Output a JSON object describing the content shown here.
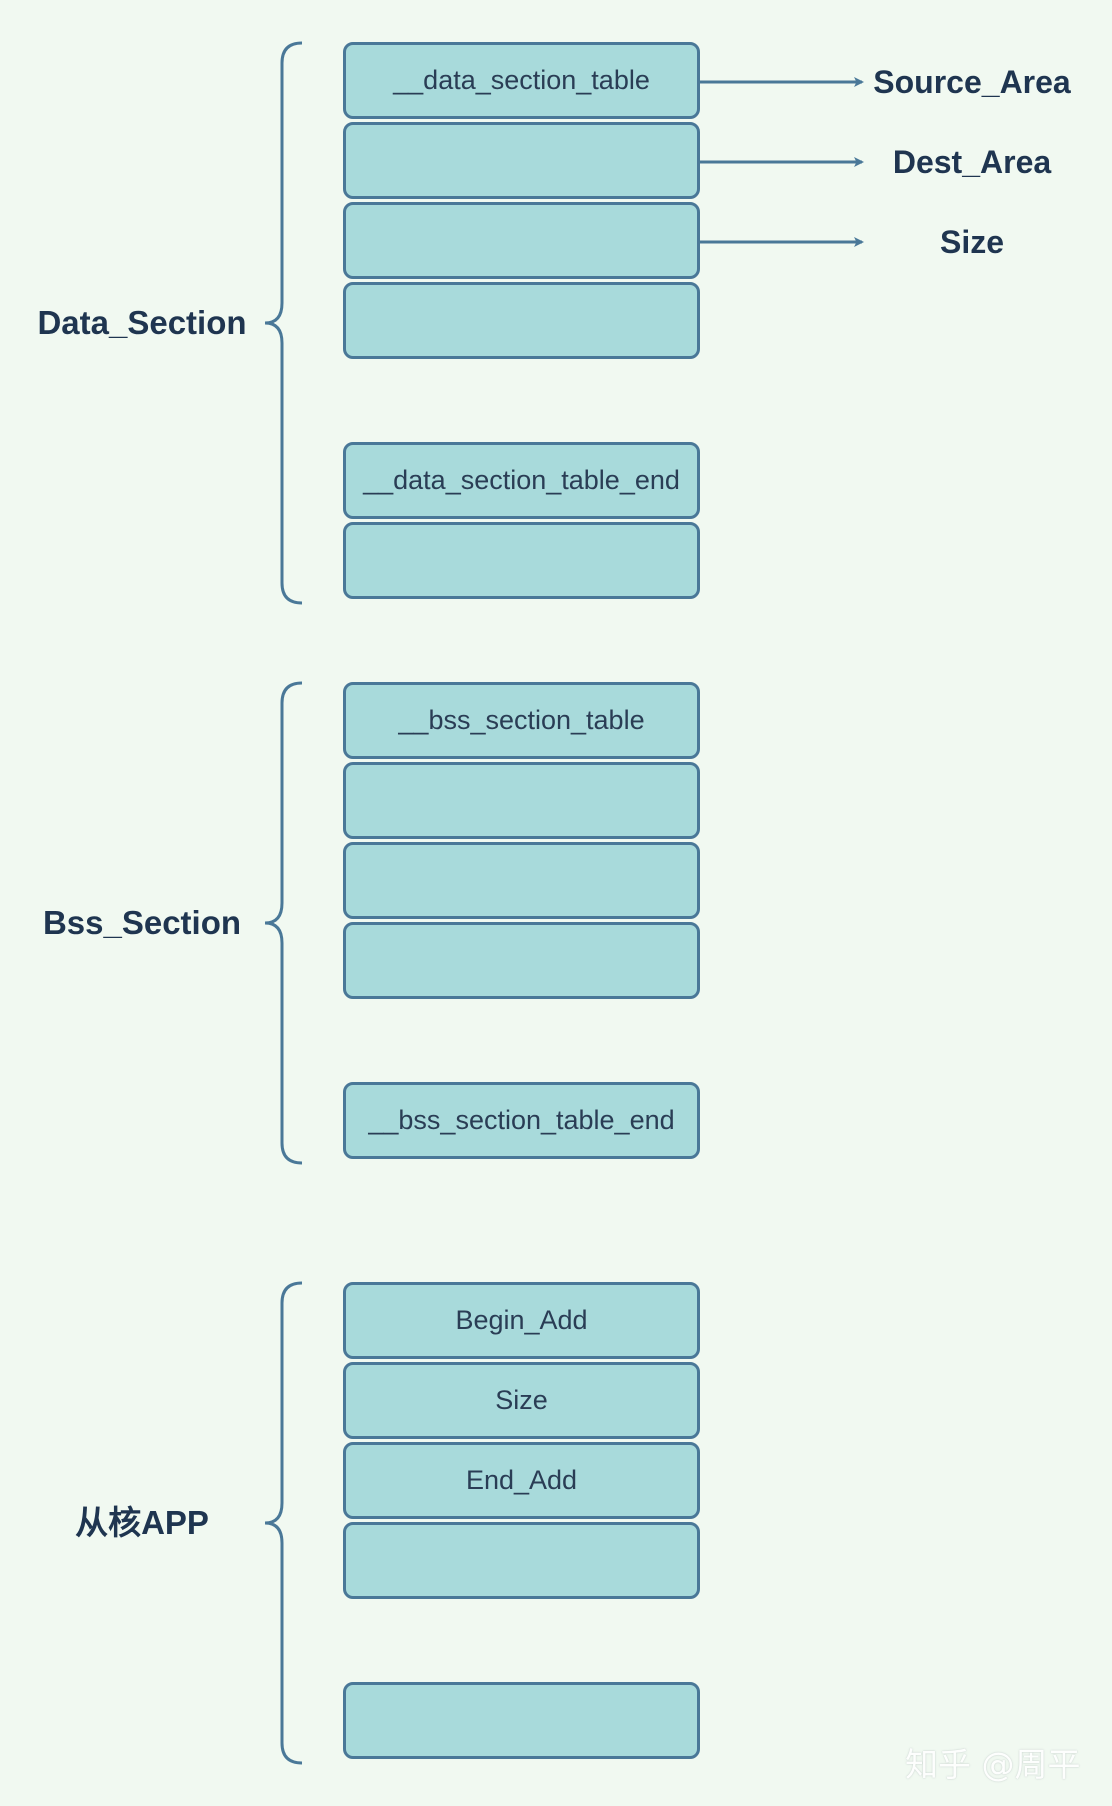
{
  "groups": [
    {
      "label": "Data_Section",
      "cells": [
        "__data_section_table",
        "",
        "",
        "",
        "__data_section_table_end",
        ""
      ]
    },
    {
      "label": "Bss_Section",
      "cells": [
        "__bss_section_table",
        "",
        "",
        "",
        "__bss_section_table_end"
      ]
    },
    {
      "label": "从核APP",
      "cells": [
        "Begin_Add",
        "Size",
        "End_Add",
        "",
        ""
      ]
    }
  ],
  "fields": [
    "Source_Area",
    "Dest_Area",
    "Size"
  ],
  "watermark": "知乎 @周平",
  "colors": {
    "background": "#f1f9f1",
    "cell_fill": "#a8dadb",
    "cell_border": "#4a7898",
    "text": "#1f3550"
  }
}
